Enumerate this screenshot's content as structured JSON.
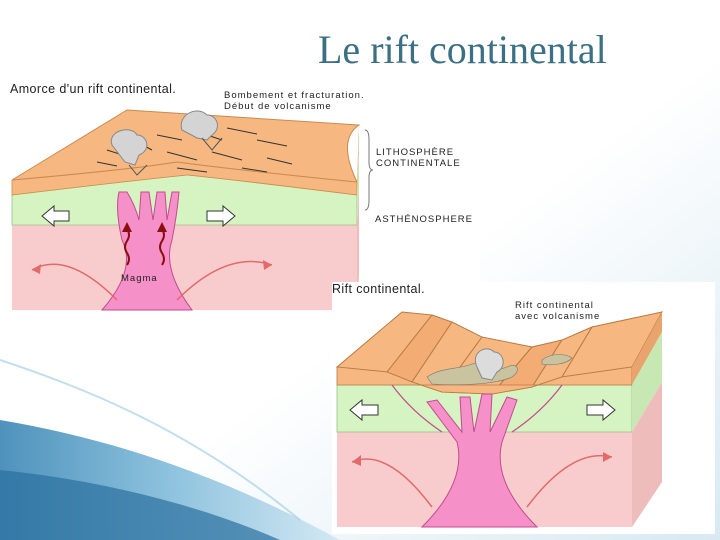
{
  "title": "Le rift continental",
  "panel1": {
    "heading": "Amorce d'un rift continental.",
    "caption_line1": "Bombement et fracturation.",
    "caption_line2": "Début de volcanisme",
    "label_litho_line1": "LITHOSPHÈRE",
    "label_litho_line2": "CONTINENTALE",
    "label_astheno": "ASTHÉNOSPHERE",
    "label_magma": "Magma"
  },
  "panel2": {
    "heading": "Rift continental.",
    "caption_line1": "Rift continental",
    "caption_line2": "avec volcanisme"
  },
  "colors": {
    "title": "#3a6f84",
    "crust": "#f6b780",
    "lithosphere": "#d6f3c2",
    "asthenosphere": "#f8cccc",
    "magma": "#f590c8"
  }
}
